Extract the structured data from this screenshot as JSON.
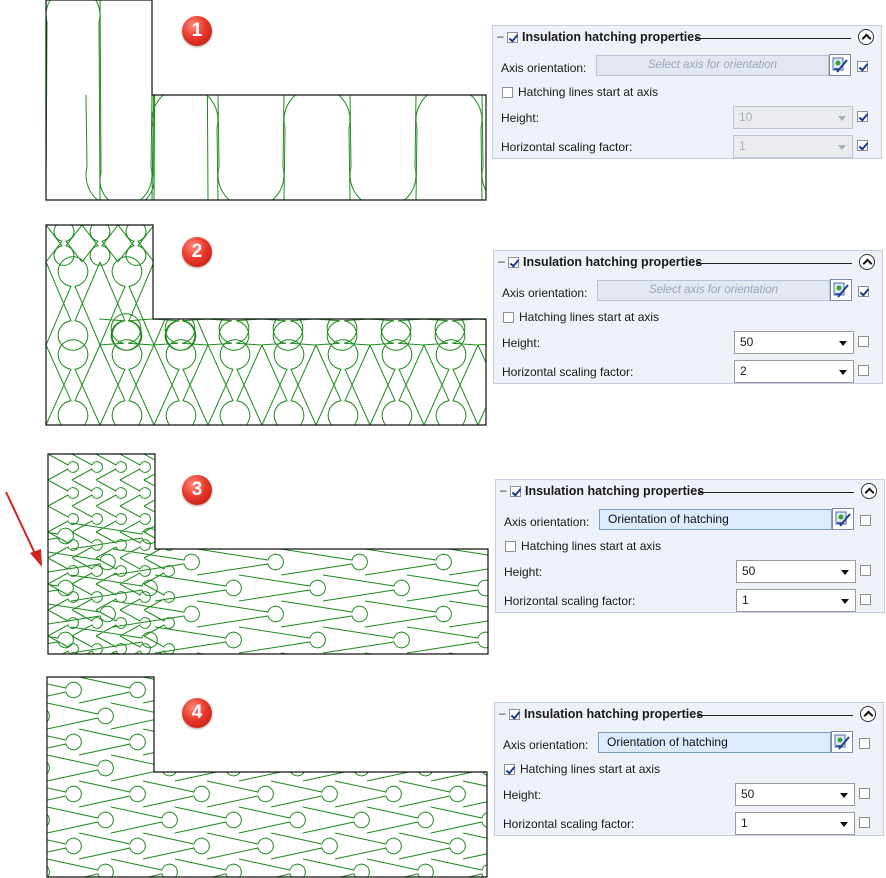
{
  "badges": [
    "1",
    "2",
    "3",
    "4"
  ],
  "panels": [
    {
      "header_checked": true,
      "title": "Insulation hatching properties",
      "axis_label": "Axis orientation:",
      "axis_value": "Select axis for orientation",
      "axis_active": false,
      "axis_checked": true,
      "start_at_axis_label": "Hatching lines start at axis",
      "start_at_axis_checked": false,
      "height_label": "Height:",
      "height_value": "10",
      "height_enabled": false,
      "height_checked": true,
      "hscale_label": "Horizontal scaling factor:",
      "hscale_value": "1",
      "hscale_enabled": false,
      "hscale_checked": true
    },
    {
      "header_checked": true,
      "title": "Insulation hatching properties",
      "axis_label": "Axis orientation:",
      "axis_value": "Select axis for orientation",
      "axis_active": false,
      "axis_checked": true,
      "start_at_axis_label": "Hatching lines start at axis",
      "start_at_axis_checked": false,
      "height_label": "Height:",
      "height_value": "50",
      "height_enabled": true,
      "height_checked": false,
      "hscale_label": "Horizontal scaling factor:",
      "hscale_value": "2",
      "hscale_enabled": true,
      "hscale_checked": false
    },
    {
      "header_checked": true,
      "title": "Insulation hatching properties",
      "axis_label": "Axis orientation:",
      "axis_value": "Orientation of hatching",
      "axis_active": true,
      "axis_checked": false,
      "start_at_axis_label": "Hatching lines start at axis",
      "start_at_axis_checked": false,
      "height_label": "Height:",
      "height_value": "50",
      "height_enabled": true,
      "height_checked": false,
      "hscale_label": "Horizontal scaling factor:",
      "hscale_value": "1",
      "hscale_enabled": true,
      "hscale_checked": false
    },
    {
      "header_checked": true,
      "title": "Insulation hatching properties",
      "axis_label": "Axis orientation:",
      "axis_value": "Orientation of hatching",
      "axis_active": true,
      "axis_checked": false,
      "start_at_axis_label": "Hatching lines start at axis",
      "start_at_axis_checked": true,
      "height_label": "Height:",
      "height_value": "50",
      "height_enabled": true,
      "height_checked": false,
      "hscale_label": "Horizontal scaling factor:",
      "hscale_value": "1",
      "hscale_enabled": true,
      "hscale_checked": false
    }
  ],
  "colors": {
    "hatch": "#1e8a1e",
    "outline": "#111111",
    "badge": "#e3342a",
    "arrow": "#d42020",
    "panel_bg": "#eef1f8"
  },
  "icons": {
    "badge": "numbered-circle-icon",
    "axis_picker": "pick-axis-icon",
    "collapse": "chevron-up-circle-icon",
    "pointer_arrow": "red-arrow-icon"
  }
}
